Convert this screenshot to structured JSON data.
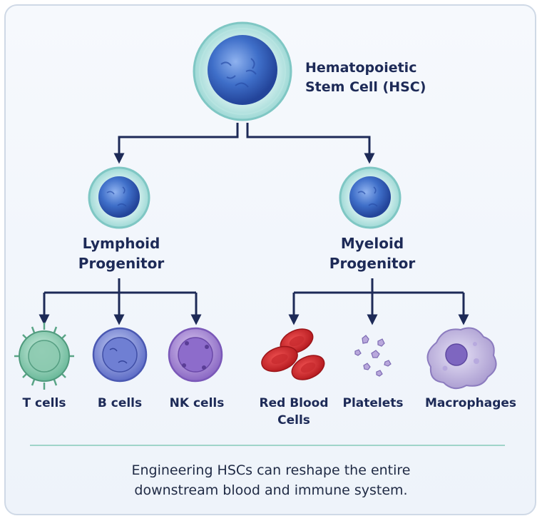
{
  "root": {
    "label_line1": "Hematopoietic",
    "label_line2": "Stem Cell (HSC)"
  },
  "lymphoid": {
    "label_line1": "Lymphoid",
    "label_line2": "Progenitor",
    "children": [
      {
        "label": "T cells",
        "icon": "t-cell-icon"
      },
      {
        "label": "B cells",
        "icon": "b-cell-icon"
      },
      {
        "label": "NK cells",
        "icon": "nk-cell-icon"
      }
    ]
  },
  "myeloid": {
    "label_line1": "Myeloid",
    "label_line2": "Progenitor",
    "children": [
      {
        "label_line1": "Red Blood",
        "label_line2": "Cells",
        "icon": "red-blood-cells-icon"
      },
      {
        "label": "Platelets",
        "icon": "platelets-icon"
      },
      {
        "label": "Macrophages",
        "icon": "macrophage-icon"
      }
    ]
  },
  "footer": {
    "line1": "Engineering HSCs can reshape the entire",
    "line2": "downstream blood and immune system."
  },
  "colors": {
    "connector": "#1d2a57",
    "accent_line": "#9fd4c9",
    "nucleus": "#3f6fc9"
  }
}
